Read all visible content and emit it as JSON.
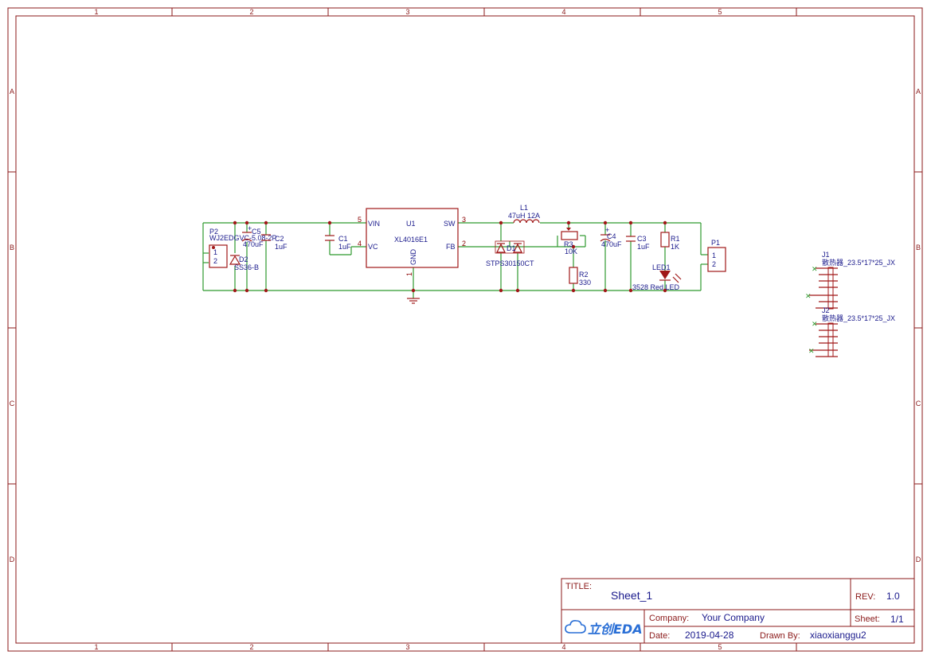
{
  "frame": {
    "columns": [
      "1",
      "2",
      "3",
      "4",
      "5"
    ],
    "rows": [
      "A",
      "B",
      "C",
      "D"
    ]
  },
  "chip": {
    "ref": "U1",
    "value": "XL4016E1",
    "pins": {
      "vin": "VIN",
      "vc": "VC",
      "sw": "SW",
      "fb": "FB",
      "gnd": "GND"
    },
    "pin_numbers": {
      "vin": "5",
      "vc": "4",
      "sw": "3",
      "fb": "2",
      "gnd": "1"
    }
  },
  "parts": {
    "p2_ref": "P2",
    "p2_value": "WJ2EDGVC-5.08-2P",
    "p2_pin1": "1",
    "p2_pin2": "2",
    "c5_ref": "C5",
    "c5_value": "470uF",
    "c2_ref": "C2",
    "c2_value": "1uF",
    "d2_ref": "D2",
    "d2_value": "SS36-B",
    "c1_ref": "C1",
    "c1_value": "1uF",
    "l1_ref": "L1",
    "l1_value": "47uH 12A",
    "d1_ref": "D1",
    "d1_value": "STPS30150CT",
    "r3_ref": "R3",
    "r3_value": "10K",
    "r2_ref": "R2",
    "r2_value": "330",
    "c4_ref": "C4",
    "c4_value": "470uF",
    "c3_ref": "C3",
    "c3_value": "1uF",
    "r1_ref": "R1",
    "r1_value": "1K",
    "led_ref": "LED1",
    "led_value": "3528 Red LED",
    "p1_ref": "P1",
    "p1_pin1": "1",
    "p1_pin2": "2",
    "j1_ref": "J1",
    "j1_value": "散热器_23.5*17*25_JX",
    "j2_ref": "J2",
    "j2_value": "散热器_23.5*17*25_JX"
  },
  "title_block": {
    "title_label": "TITLE:",
    "title": "Sheet_1",
    "rev_label": "REV:",
    "rev": "1.0",
    "company_label": "Company:",
    "company": "Your Company",
    "sheet_label": "Sheet:",
    "sheet": "1/1",
    "date_label": "Date:",
    "date": "2019-04-28",
    "drawn_label": "Drawn By:",
    "drawn_by": "xiaoxianggu2",
    "logo_text": "立创EDA"
  },
  "colors": {
    "frame": "#8b1a1a",
    "wire": "#2e9a2e",
    "part": "#a01818",
    "text": "#1a1a8c",
    "logo": "#2a6fd6"
  }
}
